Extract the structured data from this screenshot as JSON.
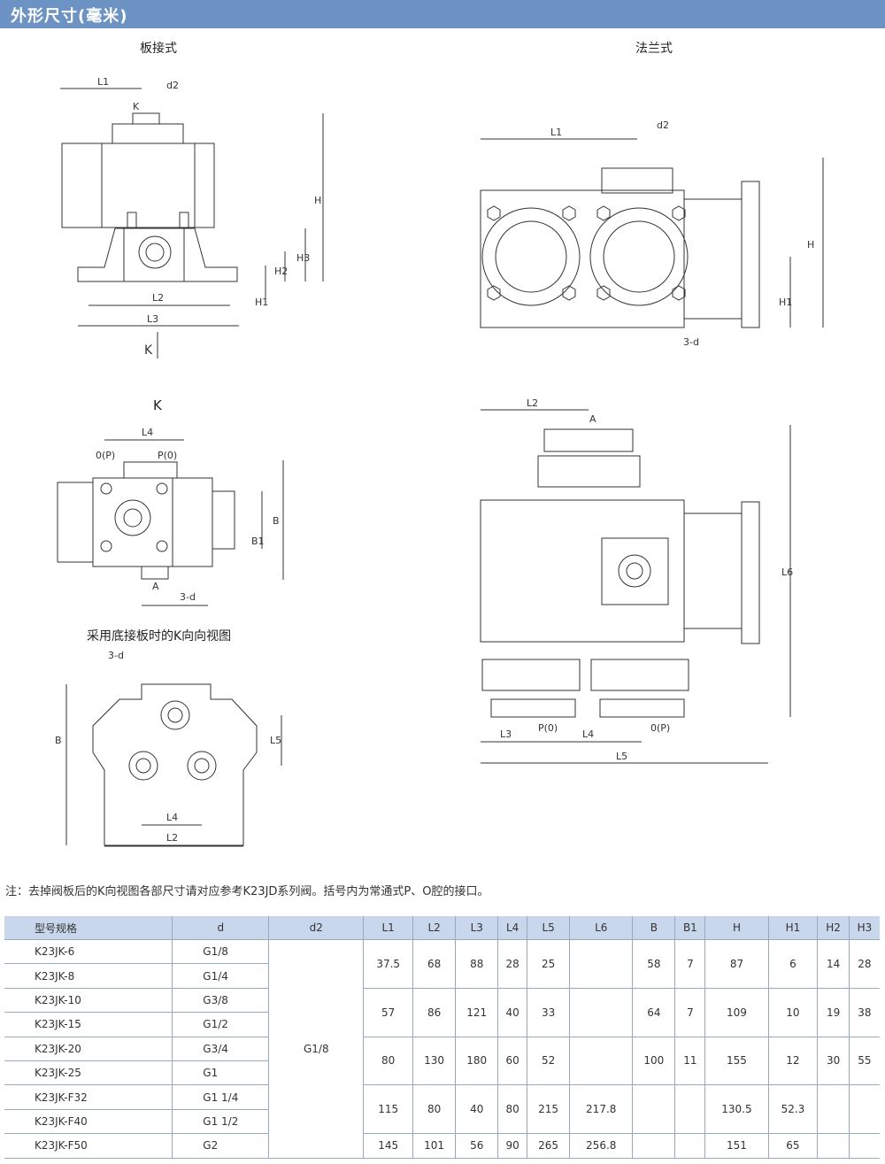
{
  "header": {
    "title": "外形尺寸(毫米)"
  },
  "views": {
    "plate_type": "板接式",
    "flange_type": "法兰式",
    "k_view": "K",
    "k_view_base": "采用底接板时的K向向视图"
  },
  "note": "注：去掉阀板后的K向视图各部尺寸请对应参考K23JD系列阀。括号内为常通式P、O腔的接口。",
  "table": {
    "headers": [
      "型号规格",
      "d",
      "d2",
      "L1",
      "L2",
      "L3",
      "L4",
      "L5",
      "L6",
      "B",
      "B1",
      "H",
      "H1",
      "H2",
      "H3"
    ],
    "models": [
      {
        "model": "K23JK-6",
        "d": "G1/8"
      },
      {
        "model": "K23JK-8",
        "d": "G1/4"
      },
      {
        "model": "K23JK-10",
        "d": "G3/8"
      },
      {
        "model": "K23JK-15",
        "d": "G1/2"
      },
      {
        "model": "K23JK-20",
        "d": "G3/4"
      },
      {
        "model": "K23JK-25",
        "d": "G1"
      },
      {
        "model": "K23JK-F32",
        "d": "G1 1/4"
      },
      {
        "model": "K23JK-F40",
        "d": "G1 1/2"
      },
      {
        "model": "K23JK-F50",
        "d": "G2"
      }
    ],
    "d2": "G1/8",
    "groups": [
      [
        "37.5",
        "68",
        "88",
        "28",
        "25",
        "",
        "58",
        "7",
        "87",
        "6",
        "14",
        "28"
      ],
      [
        "57",
        "86",
        "121",
        "40",
        "33",
        "",
        "64",
        "7",
        "109",
        "10",
        "19",
        "38"
      ],
      [
        "80",
        "130",
        "180",
        "60",
        "52",
        "",
        "100",
        "11",
        "155",
        "12",
        "30",
        "55"
      ],
      [
        "115",
        "80",
        "40",
        "80",
        "215",
        "217.8",
        "",
        "",
        "130.5",
        "52.3",
        "",
        ""
      ],
      [
        "145",
        "101",
        "56",
        "90",
        "265",
        "256.8",
        "",
        "",
        "151",
        "65",
        "",
        ""
      ]
    ]
  },
  "drawing_labels": {
    "L1": "L1",
    "L2": "L2",
    "L3": "L3",
    "L4": "L4",
    "L5": "L5",
    "L6": "L6",
    "d2": "d2",
    "K": "K",
    "H": "H",
    "H1": "H1",
    "H2": "H2",
    "H3": "H3",
    "B": "B",
    "B1": "B1",
    "A": "A",
    "P0": "P(0)",
    "OP": "0(P)",
    "three_d": "3-d"
  }
}
